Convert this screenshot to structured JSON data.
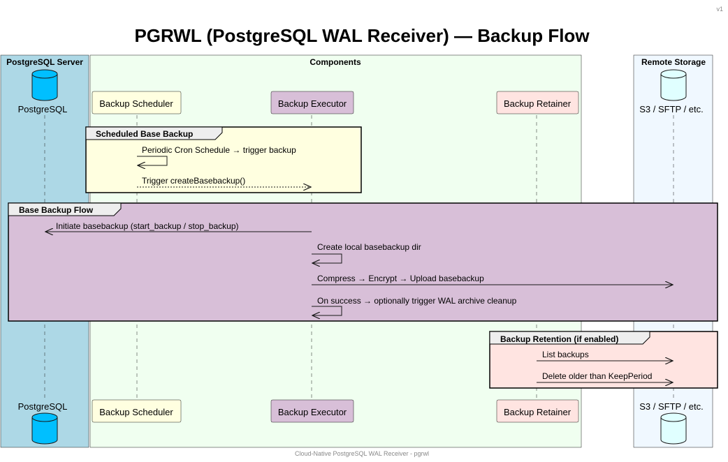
{
  "title": "PGRWL (PostgreSQL WAL Receiver) — Backup Flow",
  "version": "v1",
  "footer": "Cloud-Native PostgreSQL WAL Receiver - pgrwl",
  "boxes": {
    "postgres": "PostgreSQL Server",
    "components": "Components",
    "remote": "Remote Storage"
  },
  "participants": {
    "postgresql": "PostgreSQL",
    "scheduler": "Backup Scheduler",
    "executor": "Backup Executor",
    "retainer": "Backup Retainer",
    "storage": "S3 / SFTP / etc."
  },
  "groups": {
    "scheduled": "Scheduled Base Backup",
    "flow": "Base Backup Flow",
    "retention": "Backup Retention (if enabled)"
  },
  "messages": {
    "cron": "Periodic Cron Schedule → trigger backup",
    "trigger": "Trigger createBasebackup()",
    "initiate": "Initiate basebackup (start_backup / stop_backup)",
    "create_dir": "Create local basebackup dir",
    "compress": "Compress → Encrypt → Upload basebackup",
    "on_success": "On success → optionally trigger WAL archive cleanup",
    "list": "List backups",
    "delete": "Delete older than KeepPeriod"
  },
  "colors": {
    "postgres_box": "#ADD8E6",
    "components_box": "#F0FFF0",
    "remote_box": "#F0F8FF",
    "db_icon_blue": "#00BFFF",
    "db_icon_light": "#E0FFFF",
    "scheduler": "#FFFFE0",
    "executor": "#D8BFD8",
    "retainer": "#FFE4E1"
  }
}
